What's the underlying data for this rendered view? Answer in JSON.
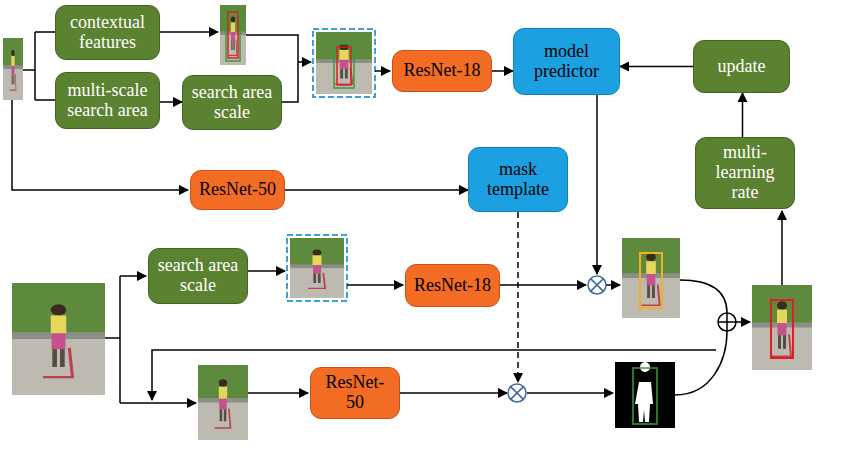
{
  "diagram": {
    "nodes": [
      {
        "text": [
          "contextual features"
        ]
      },
      {
        "text": [
          "multi-scale search area"
        ]
      },
      {
        "text": [
          "search area scale"
        ]
      },
      {
        "text": [
          "ResNet-18"
        ]
      },
      {
        "text": [
          "model predictor"
        ]
      },
      {
        "text": [
          "update"
        ]
      },
      {
        "text": [
          "ResNet-50"
        ]
      },
      {
        "text": [
          "mask template"
        ]
      },
      {
        "text": [
          "multi- learning rate"
        ]
      },
      {
        "text": [
          "search area scale"
        ]
      },
      {
        "text": [
          "ResNet-18"
        ]
      },
      {
        "text": [
          "ResNet-50"
        ]
      }
    ],
    "edges": [
      {
        "from": 1,
        "to": 2,
        "arrow": "to"
      },
      {
        "from": 3,
        "to": 4,
        "arrow": "to"
      },
      {
        "from": 5,
        "to": 4,
        "arrow": "to"
      },
      {
        "from": 6,
        "to": 7,
        "arrow": "to"
      },
      {
        "from": 8,
        "to": 5,
        "arrow": "to"
      }
    ]
  }
}
